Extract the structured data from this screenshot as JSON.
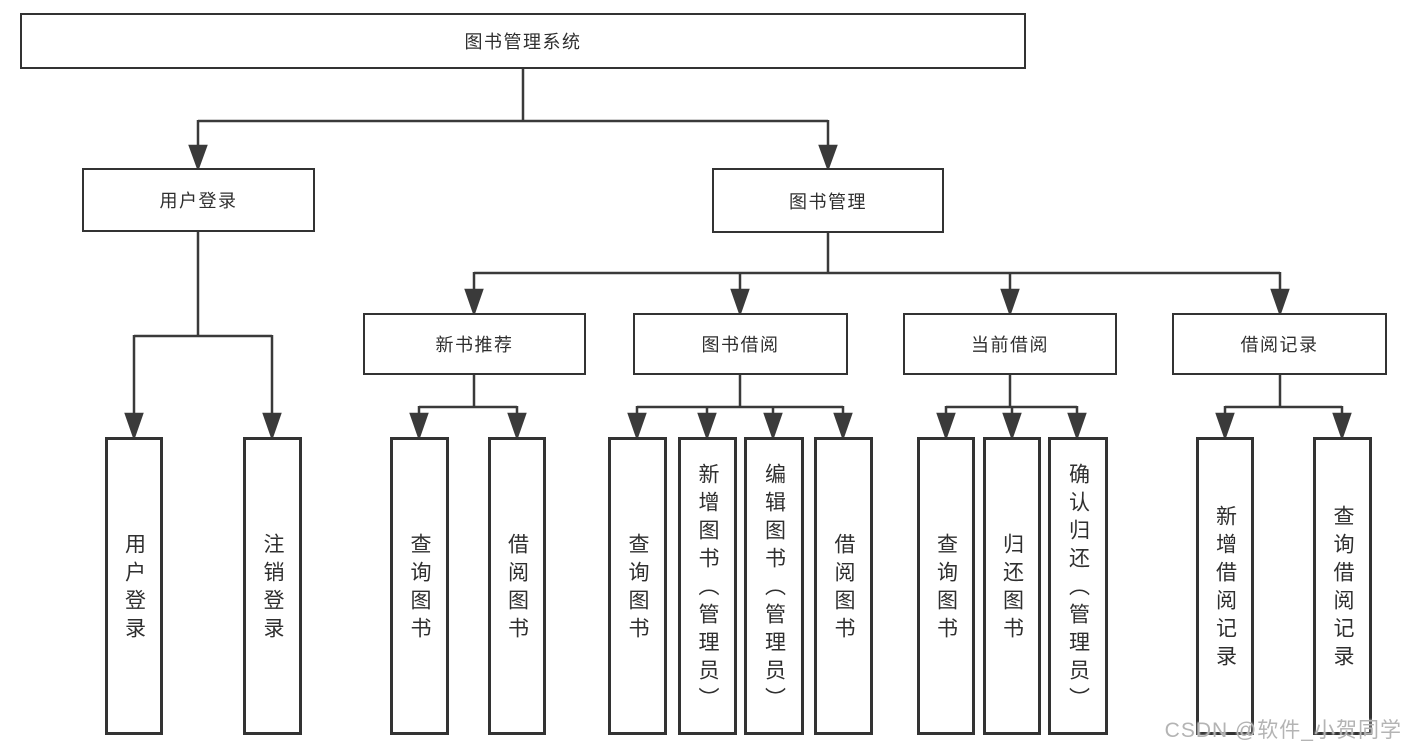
{
  "diagram": {
    "root": {
      "label": "图书管理系统"
    },
    "login_branch": {
      "label": "用户登录",
      "children": [
        {
          "label": "用户登录"
        },
        {
          "label": "注销登录"
        }
      ]
    },
    "management_branch": {
      "label": "图书管理",
      "children": [
        {
          "label": "新书推荐",
          "children": [
            {
              "label": "查询图书"
            },
            {
              "label": "借阅图书"
            }
          ]
        },
        {
          "label": "图书借阅",
          "children": [
            {
              "label": "查询图书"
            },
            {
              "label": "新增图书（管理员）"
            },
            {
              "label": "编辑图书（管理员）"
            },
            {
              "label": "借阅图书"
            }
          ]
        },
        {
          "label": "当前借阅",
          "children": [
            {
              "label": "查询图书"
            },
            {
              "label": "归还图书"
            },
            {
              "label": "确认归还（管理员）"
            }
          ]
        },
        {
          "label": "借阅记录",
          "children": [
            {
              "label": "新增借阅记录"
            },
            {
              "label": "查询借阅记录"
            }
          ]
        }
      ]
    }
  },
  "watermark": {
    "text": "CSDN @软件_小贺同学"
  },
  "colors": {
    "line": "#3a3a3a",
    "box_border": "#333333",
    "box_fill": "#ffffff",
    "text": "#2f2f2f",
    "watermark": "#b4b4b4",
    "background": "#ffffff"
  }
}
